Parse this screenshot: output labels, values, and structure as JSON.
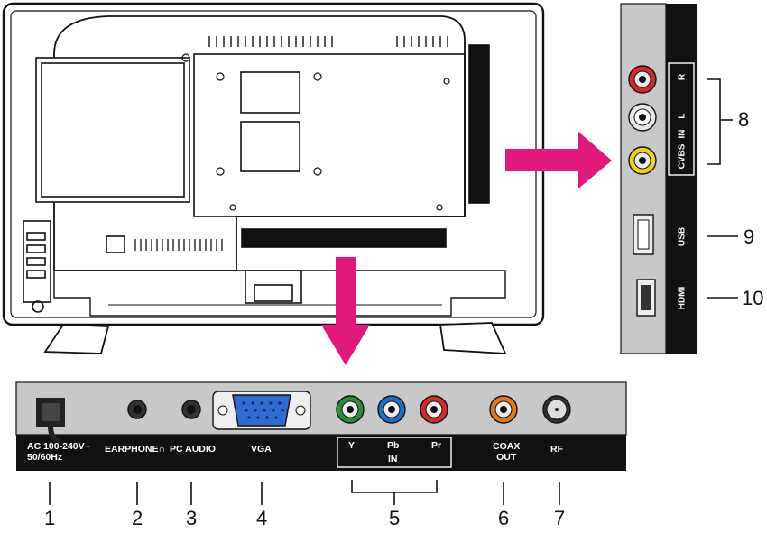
{
  "bottom_panel": {
    "ac_line1": "AC 100-240V~",
    "ac_line2": "50/60Hz",
    "earphone": "EARPHONE",
    "headphone_glyph": "∩",
    "pc_audio": "PC AUDIO",
    "vga": "VGA",
    "y": "Y",
    "pb": "Pb",
    "pr": "Pr",
    "in": "IN",
    "coax_line1": "COAX",
    "coax_line2": "OUT",
    "rf": "RF"
  },
  "side_panel": {
    "r": "R",
    "l": "L",
    "in": "IN",
    "cvbs": "CVBS",
    "usb": "USB",
    "hdmi": "HDMI"
  },
  "callouts": [
    "1",
    "2",
    "3",
    "4",
    "5",
    "6",
    "7",
    "8",
    "9",
    "10"
  ],
  "colors": {
    "panel_gray": "#c8c8c8",
    "label_bar": "#111111",
    "arrow_magenta": "#e0197a",
    "component_green": "#2e8b3a",
    "component_blue": "#1f6fc2",
    "component_red": "#d42a2a",
    "coax_orange": "#e07a1f",
    "vga_blue": "#2f6bd0"
  }
}
